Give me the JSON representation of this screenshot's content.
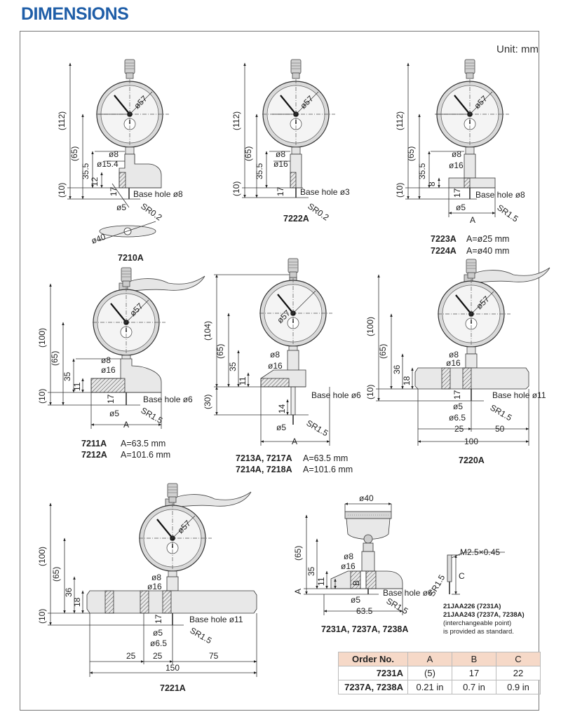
{
  "title": "DIMENSIONS",
  "unit": "Unit: mm",
  "labels": {
    "d57": "ø57",
    "d8": "ø8",
    "d16": "ø16",
    "d154": "ø15.4",
    "d5": "ø5",
    "d65b": "ø6.5",
    "d40": "ø40",
    "h112": "(112)",
    "h100": "(100)",
    "h104": "(104)",
    "h65": "(65)",
    "h10": "(10)",
    "h30": "(30)",
    "v355": "35.5",
    "v35": "35",
    "v36": "36",
    "v12": "12",
    "v11": "11",
    "v8": "8",
    "v18": "18",
    "v17": "17",
    "v14": "14",
    "v25": "25",
    "v50": "50",
    "v75": "75",
    "v100": "100",
    "v150": "150",
    "v635": "63.5",
    "A": "A",
    "B": "B",
    "C": "C",
    "sr02": "SR0.2",
    "sr15": "SR1.5",
    "base8": "Base hole ø8",
    "base3": "Base hole ø3",
    "base6": "Base hole ø6",
    "base11": "Base hole ø11",
    "m25": "M2.5×0.45"
  },
  "captions": {
    "c7210": "7210A",
    "c7222": "7222A",
    "c7223": "7223A",
    "c7223a": "A=ø25 mm",
    "c7224": "7224A",
    "c7224a": "A=ø40 mm",
    "c7211": "7211A",
    "c7211a": "A=63.5 mm",
    "c7212": "7212A",
    "c7212a": "A=101.6 mm",
    "c7213": "7213A, 7217A",
    "c7213a": "A=63.5 mm",
    "c7214": "7214A, 7218A",
    "c7214a": "A=101.6 mm",
    "c7220": "7220A",
    "c7221": "7221A",
    "c7231": "7231A, 7237A, 7238A"
  },
  "point_note": {
    "line1_code": "21JAA226",
    "line1_model": "7231A",
    "line2_code": "21JAA243",
    "line2_model": "7237A, 7238A",
    "line3": "(interchangeable point)",
    "line4": "is provided as standard."
  },
  "table": {
    "headers": [
      "Order No.",
      "A",
      "B",
      "C"
    ],
    "rows": [
      [
        "7231A",
        "(5)",
        "17",
        "22"
      ],
      [
        "7237A, 7238A",
        "0.21 in",
        "0.7 in",
        "0.9 in"
      ]
    ]
  }
}
